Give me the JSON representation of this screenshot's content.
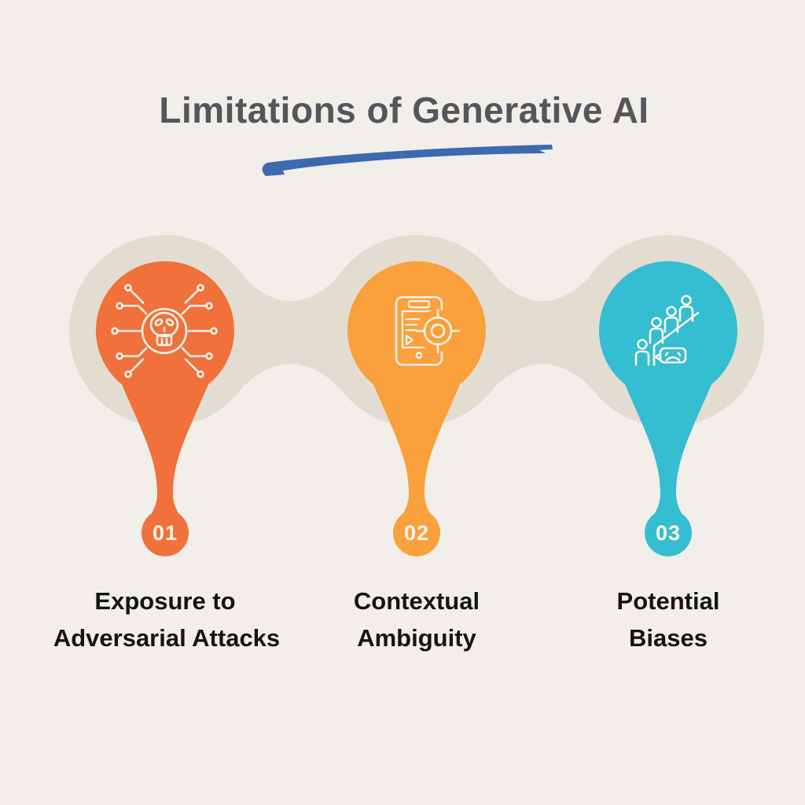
{
  "title": "Limitations of Generative AI",
  "colors": {
    "background": "#F2EEE9",
    "band": "#E3DDD1",
    "underline": "#3D69B1",
    "title_text": "#54565B",
    "label_text": "#141414",
    "number_text": "#FDF7EE",
    "icon_stroke": "#FAF3E8"
  },
  "items": [
    {
      "number": "01",
      "label_line1": "Exposure to",
      "label_line2": "Adversarial Attacks",
      "icon": "skull-circuit-icon",
      "color": "#F0713C"
    },
    {
      "number": "02",
      "label_line1": "Contextual",
      "label_line2": "Ambiguity",
      "icon": "phone-target-icon",
      "color": "#FAA03C"
    },
    {
      "number": "03",
      "label_line1": "Potential",
      "label_line2": "Biases",
      "icon": "biased-group-icon",
      "color": "#35BDD1"
    }
  ]
}
